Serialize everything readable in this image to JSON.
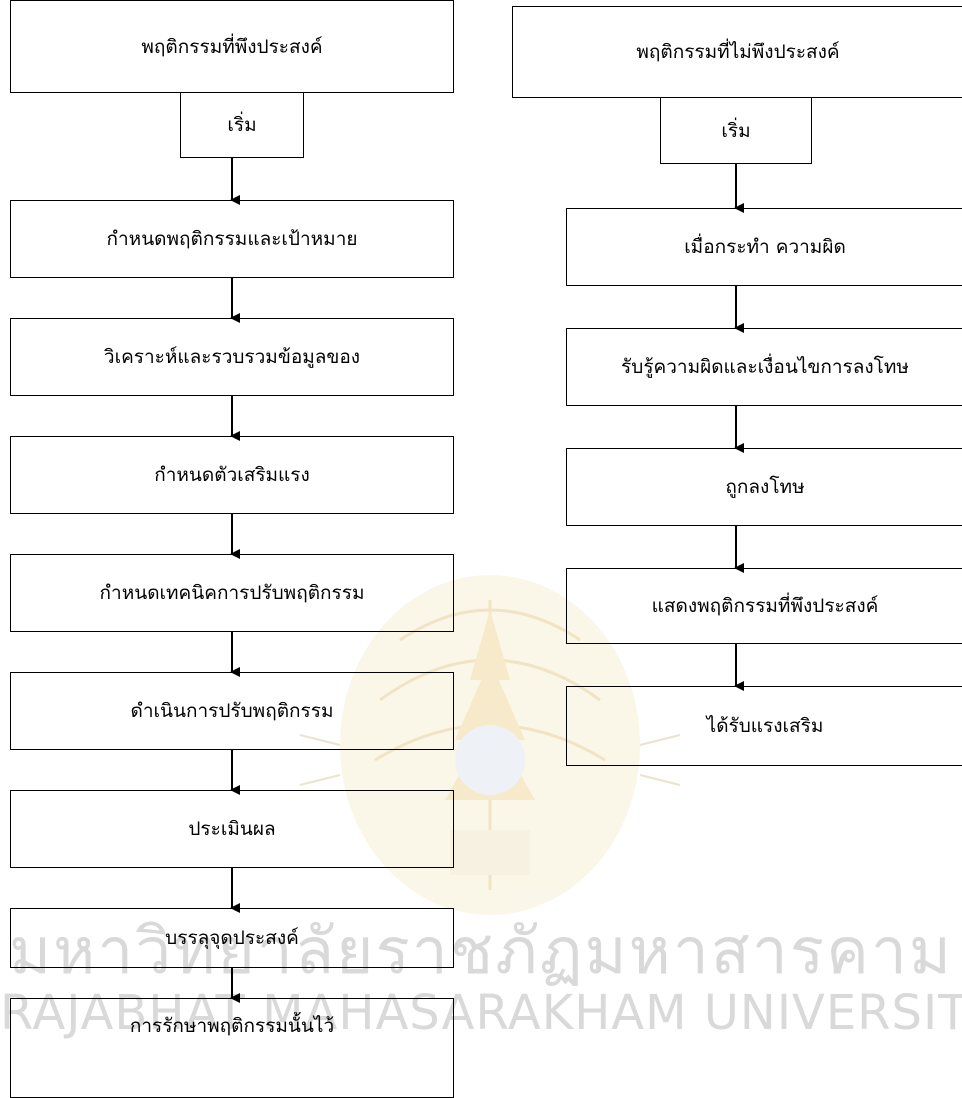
{
  "left_flow": {
    "title": "พฤติกรรมที่พึงประสงค์",
    "start": "เริ่ม",
    "steps": [
      "กำหนดพฤติกรรมและเป้าหมาย",
      "วิเคราะห์และรวบรวมข้อมูลของ",
      "กำหนดตัวเสริมแรง",
      "กำหนดเทคนิคการปรับพฤติกรรม",
      "ดำเนินการปรับพฤติกรรม",
      "ประเมินผล",
      "บรรลุจุดประสงค์",
      "การรักษาพฤติกรรมนั้นไว้"
    ]
  },
  "right_flow": {
    "title": "พฤติกรรมที่ไม่พึงประสงค์",
    "start": "เริ่ม",
    "steps": [
      "เมื่อกระทำ ความผิด",
      "รับรู้ความผิดและเงื่อนไขการลงโทษ",
      "ถูกลงโทษ",
      "แสดงพฤติกรรมที่พึงประสงค์",
      "ได้รับแรงเสริม"
    ]
  },
  "watermark": {
    "thai": "มหาวิทยาลัยราชภัฏมหาสารคาม",
    "english": "RAJABHAT MAHASARAKHAM UNIVERSITY"
  },
  "colors": {
    "box_border": "#000000",
    "watermark_text": "#d9d9d9",
    "watermark_emblem": "#e8d9a8"
  }
}
